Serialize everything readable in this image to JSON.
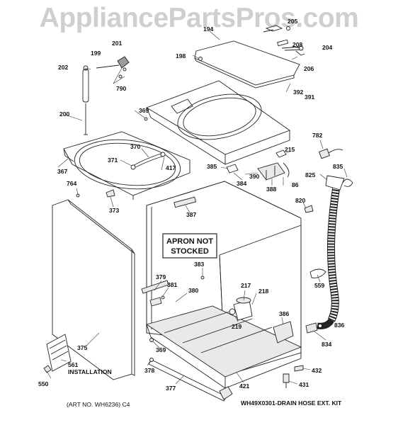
{
  "watermark": "AppliancePartsPros.com",
  "apron_note": {
    "line1": "APRON NOT",
    "line2": "STOCKED"
  },
  "installation_label": "INSTALLATION",
  "art_number": "(ART NO. WH6236) C4",
  "kit_label": "WH49X0301-DRAIN HOSE EXT. KIT",
  "callouts": {
    "c194": "194",
    "c205": "205",
    "c208": "208",
    "c204": "204",
    "c206": "206",
    "c199": "199",
    "c201": "201",
    "c202": "202",
    "c198": "198",
    "c790": "790",
    "c391": "391",
    "c392": "392",
    "c200": "200",
    "c369a": "369",
    "c782": "782",
    "c215": "215",
    "c370": "370",
    "c371": "371",
    "c417": "417",
    "c367": "367",
    "c385": "385",
    "c390": "390",
    "c384": "384",
    "c388": "388",
    "c86": "86",
    "c825": "825",
    "c835": "835",
    "c764": "764",
    "c373": "373",
    "c387": "387",
    "c820": "820",
    "c383": "383",
    "c379": "379",
    "c381": "381",
    "c380": "380",
    "c217": "217",
    "c218": "218",
    "c559": "559",
    "c386": "386",
    "c219": "219",
    "c836": "836",
    "c834": "834",
    "c375": "375",
    "c369b": "369",
    "c378": "378",
    "c561": "561",
    "c550": "550",
    "c377": "377",
    "c421": "421",
    "c432": "432",
    "c431": "431"
  }
}
